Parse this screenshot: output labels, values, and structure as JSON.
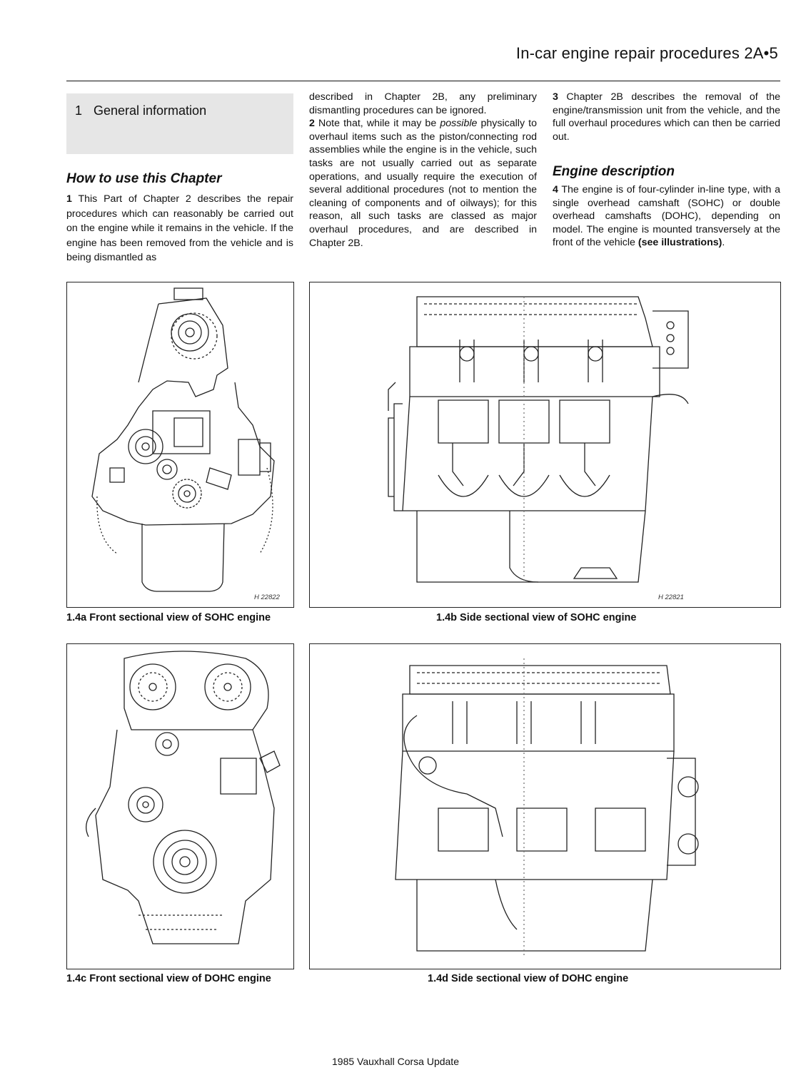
{
  "header": {
    "title": "In-car engine repair procedures  2A•5"
  },
  "section": {
    "number": "1",
    "title": "General information"
  },
  "how_to": {
    "heading": "How to use this Chapter",
    "p1_num": "1",
    "p1_text": " This Part of Chapter 2 describes the repair procedures which can reasonably be carried out on the engine while it remains in the vehicle. If the engine has been removed from the vehicle and is being dismantled as"
  },
  "col2": {
    "cont_text": "described in Chapter 2B, any preliminary dismantling procedures can be ignored.",
    "p2_num": "2",
    "p2_a": " Note that, while it may be ",
    "p2_italic": "possible",
    "p2_b": " physically to overhaul items such as the piston/connecting rod assemblies while the engine is in the vehicle, such tasks are not usually carried out as separate operations, and usually require the execution of several additional procedures (not to mention the cleaning of components and of oilways); for this reason, all such tasks are classed as major overhaul procedures, and are described in Chapter 2B."
  },
  "col3": {
    "p3_num": "3",
    "p3_text": " Chapter 2B describes the removal of the engine/transmission unit from the vehicle, and the full overhaul procedures which can then be carried out.",
    "heading": "Engine description",
    "p4_num": "4",
    "p4_text": " The engine is of four-cylinder in-line type, with a single overhead camshaft (SOHC) or double overhead camshafts (DOHC), depending on model. The engine is mounted transversely at the front of the vehicle ",
    "p4_bold": "(see illustrations)",
    "p4_end": "."
  },
  "figures": {
    "a": {
      "caption": "1.4a  Front sectional view of  SOHC engine",
      "code": "H 22822"
    },
    "b": {
      "caption": "1.4b  Side sectional view of SOHC engine",
      "code": "H 22821"
    },
    "c": {
      "caption": "1.4c  Front sectional view of  DOHC engine"
    },
    "d": {
      "caption": "1.4d  Side sectional view of DOHC engine"
    }
  },
  "footer": {
    "text": "1985 Vauxhall Corsa Update"
  }
}
